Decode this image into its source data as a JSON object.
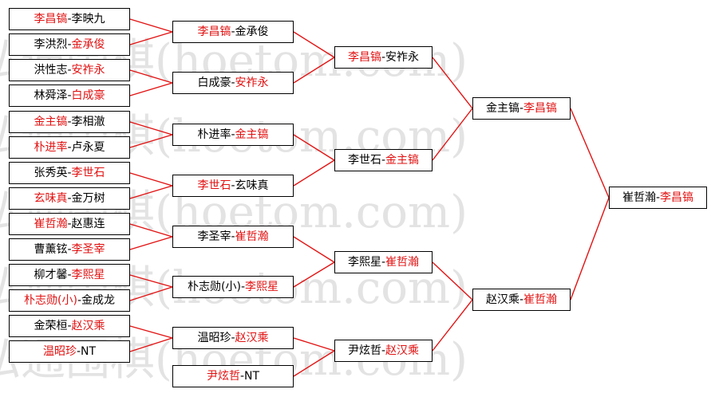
{
  "watermark": "弘通围棋(hoetom.com)",
  "colors": {
    "winner": "#e21212",
    "line": "#e21212",
    "text": "#000000",
    "border": "#000000"
  },
  "rounds": [
    {
      "matches": [
        {
          "p1": "李昌镐",
          "p2": "李映九",
          "winner": 1
        },
        {
          "p1": "李洪烈",
          "p2": "金承俊",
          "winner": 2
        },
        {
          "p1": "洪性志",
          "p2": "安祚永",
          "winner": 2
        },
        {
          "p1": "林舜泽",
          "p2": "白成豪",
          "winner": 2
        },
        {
          "p1": "金主镐",
          "p2": "李相澈",
          "winner": 1
        },
        {
          "p1": "朴进率",
          "p2": "卢永夏",
          "winner": 1
        },
        {
          "p1": "张秀英",
          "p2": "李世石",
          "winner": 2
        },
        {
          "p1": "玄味真",
          "p2": "金万树",
          "winner": 1
        },
        {
          "p1": "崔哲瀚",
          "p2": "赵惠连",
          "winner": 1
        },
        {
          "p1": "曹薰铉",
          "p2": "李圣宰",
          "winner": 2
        },
        {
          "p1": "柳才馨",
          "p2": "李熙星",
          "winner": 2
        },
        {
          "p1": "朴志勋(小)",
          "p2": "金成龙",
          "winner": 1
        },
        {
          "p1": "金荣桓",
          "p2": "赵汉乘",
          "winner": 2
        },
        {
          "p1": "温昭珍",
          "p2": "NT",
          "winner": 1
        }
      ]
    },
    {
      "matches": [
        {
          "p1": "李昌镐",
          "p2": "金承俊",
          "winner": 1
        },
        {
          "p1": "白成豪",
          "p2": "安祚永",
          "winner": 2
        },
        {
          "p1": "朴进率",
          "p2": "金主镐",
          "winner": 2
        },
        {
          "p1": "李世石",
          "p2": "玄味真",
          "winner": 1
        },
        {
          "p1": "李圣宰",
          "p2": "崔哲瀚",
          "winner": 2
        },
        {
          "p1": "朴志勋(小)",
          "p2": "李熙星",
          "winner": 2
        },
        {
          "p1": "温昭珍",
          "p2": "赵汉乘",
          "winner": 2
        },
        {
          "p1": "尹炫哲",
          "p2": "NT",
          "winner": 1
        }
      ]
    },
    {
      "matches": [
        {
          "p1": "李昌镐",
          "p2": "安祚永",
          "winner": 1
        },
        {
          "p1": "李世石",
          "p2": "金主镐",
          "winner": 2
        },
        {
          "p1": "李熙星",
          "p2": "崔哲瀚",
          "winner": 2
        },
        {
          "p1": "尹炫哲",
          "p2": "赵汉乘",
          "winner": 2
        }
      ]
    },
    {
      "matches": [
        {
          "p1": "金主镐",
          "p2": "李昌镐",
          "winner": 2
        },
        {
          "p1": "赵汉乘",
          "p2": "崔哲瀚",
          "winner": 2
        }
      ]
    },
    {
      "matches": [
        {
          "p1": "崔哲瀚",
          "p2": "李昌镐",
          "winner": 2
        }
      ]
    }
  ]
}
